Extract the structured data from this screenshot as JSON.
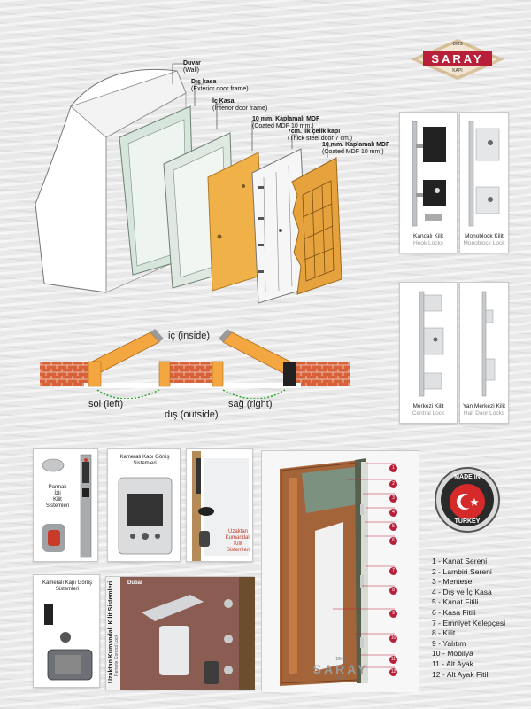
{
  "brand": {
    "top": "DMS",
    "name": "SARAY",
    "bottom": "KAPI",
    "accent": "#b8203a",
    "gold": "#a77a3c"
  },
  "door_layers": [
    {
      "tr": "Duvar",
      "en": "(Wall)"
    },
    {
      "tr": "Dış kasa",
      "en": "(Exterior door frame)"
    },
    {
      "tr": "İç Kasa",
      "en": "(Interior door frame)"
    },
    {
      "tr": "10 mm. Kaplamalı MDF",
      "en": "(Coated MDF 10 mm.)"
    },
    {
      "tr": "7cm. lik çelik kapı",
      "en": "(Thick steel door 7 cm.)"
    },
    {
      "tr": "10 mm. Kaplamalı MDF",
      "en": "(Coated MDF 10 mm.)"
    }
  ],
  "locks": [
    {
      "tr": "Kancalı Kilit",
      "en": "Hook Locks"
    },
    {
      "tr": "Monoblock Kilit",
      "en": "Monoblock Lock"
    },
    {
      "tr": "Merkezi Kilit",
      "en": "Central Lock"
    },
    {
      "tr": "Yan Merkezi Kilit",
      "en": "Half Door Locks"
    }
  ],
  "orientation": {
    "inside": "iç (inside)",
    "outside": "dış (outside)",
    "left": "sol (left)",
    "right": "sağ (right)"
  },
  "features": {
    "fingerprint": [
      "Parmak",
      "İzli",
      "Kilit",
      "Sistemleri"
    ],
    "camera_viewer_1": "Kameralı Kapı Görüş Sistemleri",
    "remote_panel": [
      "Uzaktan",
      "Kumandalı",
      "Kilit",
      "Sistemleri"
    ],
    "camera_viewer_2": "Kameralı Kapı Görüş Sistemleri",
    "remote_system_tr": "Uzaktan Kumandalı Kilit Sistemleri",
    "remote_system_en": "Remote Control Lock",
    "brand_tag": "Dubai"
  },
  "made_in": {
    "top": "MADE IN",
    "bottom": "TURKEY"
  },
  "part_numbers": [
    "1",
    "2",
    "3",
    "4",
    "5",
    "6",
    "7",
    "8",
    "9",
    "10",
    "11",
    "12"
  ],
  "parts": [
    "1 - Kanat Sereni",
    "2 - Lambiri Sereni",
    "3 - Menteşe",
    "4 - Dış ve İç Kasa",
    "5 - Kanat Fitili",
    "6 - Kasa Fitili",
    "7 - Emniyet Kelepçesi",
    "8 - Kilit",
    "9 - Yalıtım",
    "10 - Mobilya",
    "11 - Alt Ayak",
    "12 - Alt Ayak Fitili"
  ]
}
